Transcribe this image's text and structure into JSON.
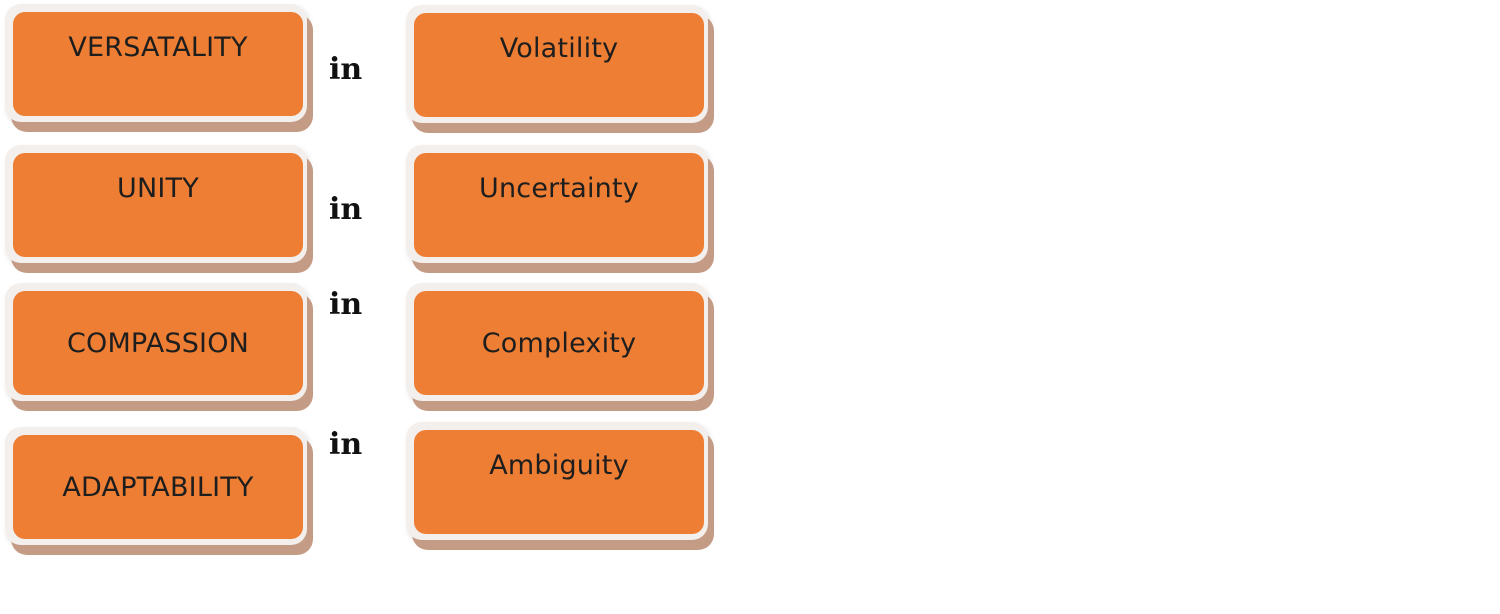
{
  "rows": [
    {
      "quality": "VERSATALITY",
      "connector": "in",
      "challenge": "Volatility"
    },
    {
      "quality": "UNITY",
      "connector": "in",
      "challenge": "Uncertainty"
    },
    {
      "quality": "COMPASSION",
      "connector": "in",
      "challenge": "Complexity"
    },
    {
      "quality": "ADAPTABILITY",
      "connector": "in",
      "challenge": "Ambiguity"
    }
  ],
  "colors": {
    "tile_fill": "#ee7e33",
    "tile_frame": "#f3efec",
    "tile_shadow": "#c49c86",
    "text": "#1e1e1e"
  }
}
